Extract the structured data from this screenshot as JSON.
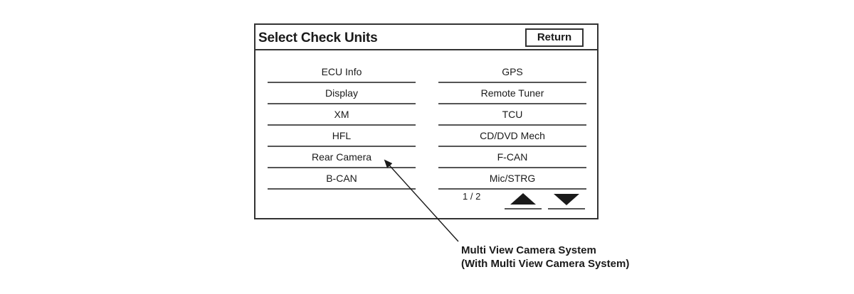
{
  "screen": {
    "title": "Select Check Units",
    "return_label": "Return",
    "left_items": [
      "ECU Info",
      "Display",
      "XM",
      "HFL",
      "Rear Camera",
      "B-CAN"
    ],
    "right_items": [
      "GPS",
      "Remote Tuner",
      "TCU",
      "CD/DVD Mech",
      "F-CAN",
      "Mic/STRG"
    ],
    "pager": "1 / 2",
    "icons": {
      "page_up": "triangle-up-icon",
      "page_down": "triangle-down-icon"
    }
  },
  "callout": {
    "line1": "Multi View Camera System",
    "line2": "(With Multi View Camera System)"
  }
}
